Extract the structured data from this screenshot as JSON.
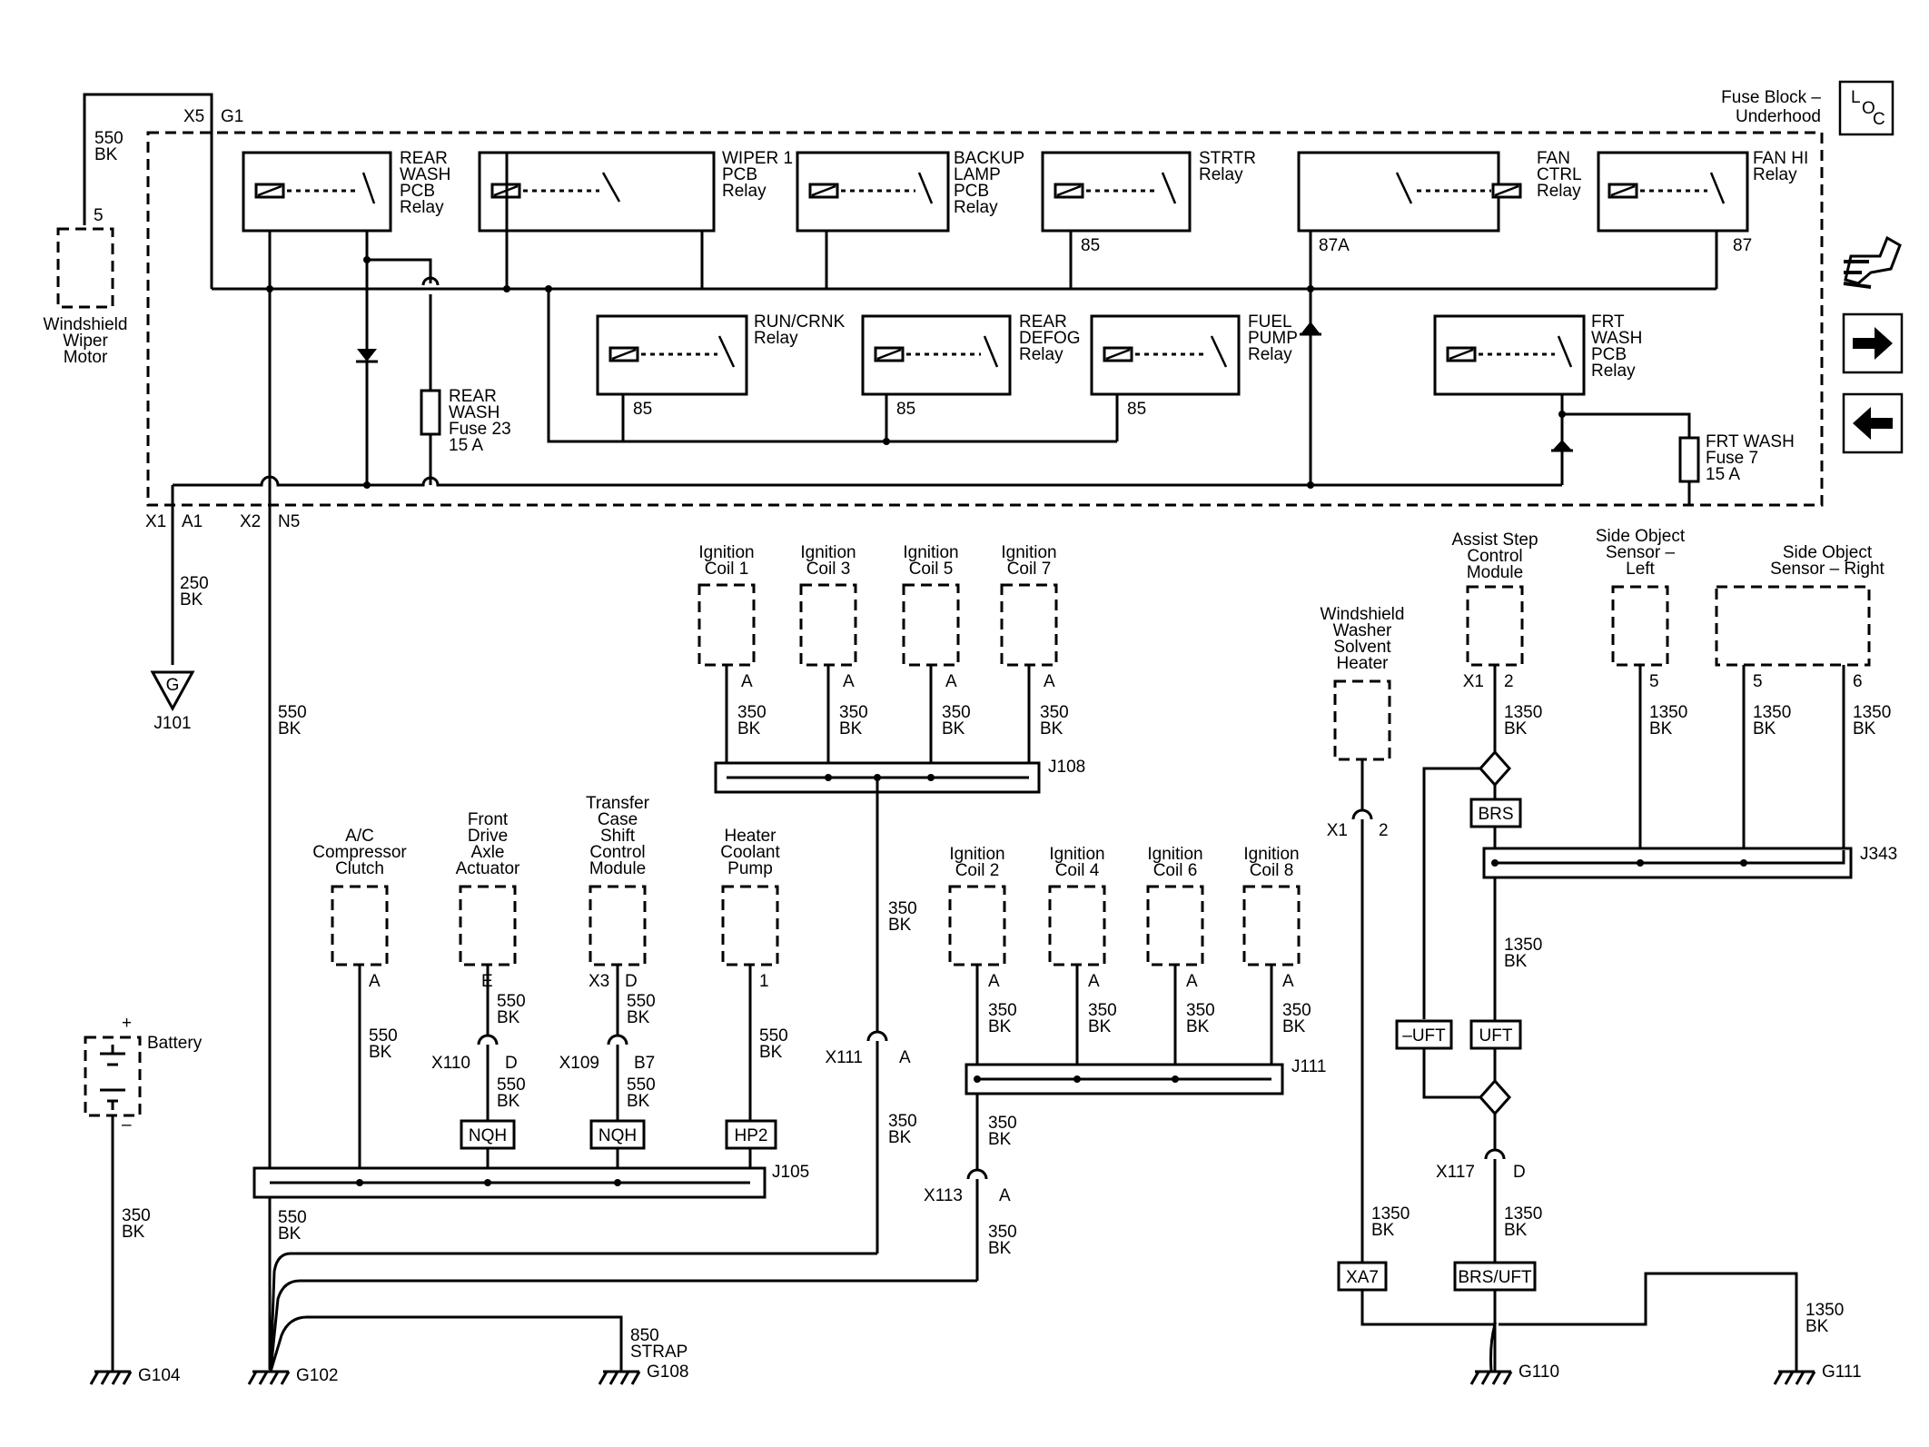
{
  "title": {
    "line1": "Fuse Block –",
    "line2": "Underhood"
  },
  "loc_icon": {
    "l": "L",
    "o": "O",
    "c": "C"
  },
  "nav_icons": [
    "component-locator-icon",
    "next-page-arrow-icon",
    "previous-page-arrow-icon"
  ],
  "relays": [
    {
      "l1": "REAR",
      "l2": "WASH",
      "l3": "PCB",
      "l4": "Relay"
    },
    {
      "l1": "WIPER 1",
      "l2": "PCB",
      "l3": "Relay"
    },
    {
      "l1": "BACKUP",
      "l2": "LAMP",
      "l3": "PCB",
      "l4": "Relay"
    },
    {
      "l1": "STRTR",
      "l2": "Relay"
    },
    {
      "l1": "FAN",
      "l2": "CTRL",
      "l3": "Relay"
    },
    {
      "l1": "FAN HI",
      "l2": "Relay"
    },
    {
      "l1": "RUN/CRNK",
      "l2": "Relay"
    },
    {
      "l1": "REAR",
      "l2": "DEFOG",
      "l3": "Relay"
    },
    {
      "l1": "FUEL",
      "l2": "PUMP",
      "l3": "Relay"
    },
    {
      "l1": "FRT",
      "l2": "WASH",
      "l3": "PCB",
      "l4": "Relay"
    }
  ],
  "fuses": [
    {
      "l1": "REAR",
      "l2": "WASH",
      "l3": "Fuse 23",
      "l4": "15 A"
    },
    {
      "l1": "FRT WASH",
      "l2": "Fuse 7",
      "l3": "15 A"
    }
  ],
  "pins": {
    "p85": "85",
    "p87a": "87A",
    "p87": "87",
    "p5": "5",
    "pA": "A",
    "pE": "E",
    "pD": "D",
    "p1": "1",
    "p2": "2",
    "p6": "6",
    "pB7": "B7"
  },
  "connectors": {
    "x5": "X5",
    "g1": "G1",
    "x1": "X1",
    "a1": "A1",
    "x2": "X2",
    "n5": "N5",
    "x3": "X3",
    "x110": "X110",
    "x109": "X109",
    "x111": "X111",
    "x113": "X113",
    "x117": "X117"
  },
  "wires": {
    "w550": "550",
    "w350": "350",
    "w250": "250",
    "w850": "850",
    "w1350": "1350",
    "bk": "BK",
    "strap": "STRAP"
  },
  "components": {
    "wiper_motor": {
      "l1": "Windshield",
      "l2": "Wiper",
      "l3": "Motor"
    },
    "ign1": {
      "l1": "Ignition",
      "l2": "Coil 1"
    },
    "ign3": {
      "l1": "Ignition",
      "l2": "Coil 3"
    },
    "ign5": {
      "l1": "Ignition",
      "l2": "Coil 5"
    },
    "ign7": {
      "l1": "Ignition",
      "l2": "Coil 7"
    },
    "ign2": {
      "l1": "Ignition",
      "l2": "Coil 2"
    },
    "ign4": {
      "l1": "Ignition",
      "l2": "Coil 4"
    },
    "ign6": {
      "l1": "Ignition",
      "l2": "Coil 6"
    },
    "ign8": {
      "l1": "Ignition",
      "l2": "Coil 8"
    },
    "ac": {
      "l1": "A/C",
      "l2": "Compressor",
      "l3": "Clutch"
    },
    "fda": {
      "l1": "Front",
      "l2": "Drive",
      "l3": "Axle",
      "l4": "Actuator"
    },
    "tccm": {
      "l1": "Transfer",
      "l2": "Case",
      "l3": "Shift",
      "l4": "Control",
      "l5": "Module"
    },
    "hcp": {
      "l1": "Heater",
      "l2": "Coolant",
      "l3": "Pump"
    },
    "wwsh": {
      "l1": "Windshield",
      "l2": "Washer",
      "l3": "Solvent",
      "l4": "Heater"
    },
    "ascm": {
      "l1": "Assist Step",
      "l2": "Control",
      "l3": "Module"
    },
    "sosl": {
      "l1": "Side Object",
      "l2": "Sensor –",
      "l3": "Left"
    },
    "sosr": {
      "l1": "Side Object",
      "l2": "Sensor – Right"
    },
    "battery": "Battery",
    "plus": "+",
    "minus": "–"
  },
  "splices": {
    "j101": "J101",
    "j108": "J108",
    "j105": "J105",
    "j111": "J111",
    "j343": "J343"
  },
  "grounds": {
    "g104": "G104",
    "g102": "G102",
    "g108": "G108",
    "g110": "G110",
    "g111": "G111",
    "g": "G"
  },
  "options": {
    "nqh": "NQH",
    "hp2": "HP2",
    "brs": "BRS",
    "uft": "UFT",
    "nuft": "–UFT",
    "xa7": "XA7",
    "brsuft": "BRS/UFT"
  }
}
